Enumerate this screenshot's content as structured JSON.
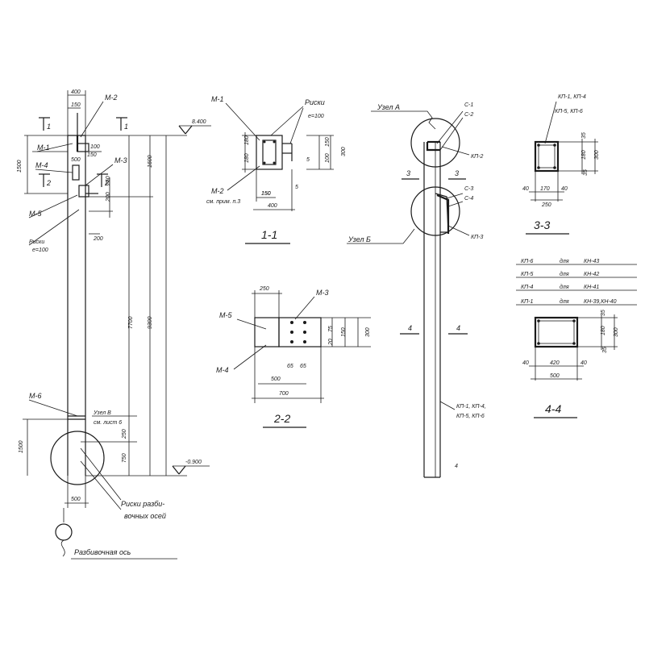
{
  "elevation": {
    "top_width": "400",
    "d150": "150",
    "d250": "250",
    "d100": "100",
    "d150b": "150",
    "d1500_top": "1500",
    "d500": "500",
    "d200_left": "200",
    "d250_right": "250",
    "d200": "200",
    "d200_mid": "200",
    "d7700": "7700",
    "d9300": "9300",
    "d1600": "1600",
    "d1500_bottom": "1500",
    "d250_bottom": "250",
    "d750": "750",
    "bottom_width": "500",
    "level_top": "8.400",
    "level_bottom": "-0.900",
    "m1": "М-1",
    "m2": "М-2",
    "m3": "М-3",
    "m4": "М-4",
    "m5": "М-5",
    "m6": "М-6",
    "cut1": "1",
    "cut2": "2",
    "risk_line1": "Риски",
    "risk_line2": "е=100",
    "node_v_line1": "Узел В",
    "node_v_line2": "см. лист 6",
    "axis_risk_line1": "Риски разби-",
    "axis_risk_line2": "вочных осей",
    "axis_label": "Разбивочная ось"
  },
  "section11": {
    "title": "1-1",
    "m1": "М-1",
    "m2_line1": "М-2",
    "m2_line2": "см. прим. п.3",
    "risk_line1": "Риски",
    "risk_line2": "е=100",
    "d180a": "180",
    "d180b": "180",
    "d150": "150",
    "d5a": "5",
    "d5b": "5",
    "d100": "100",
    "d150r": "150",
    "d300": "300",
    "d150b": "150",
    "d400": "400"
  },
  "section22": {
    "title": "2-2",
    "m3": "М-3",
    "m4": "М-4",
    "m5": "М-5",
    "d250": "250",
    "d65a": "65",
    "d65b": "65",
    "d500": "500",
    "d700": "700",
    "d150": "150",
    "d300": "300",
    "d75": "75",
    "d20": "20"
  },
  "side_view": {
    "node_a": "Узел А",
    "node_b": "Узел Б",
    "c1": "С-1",
    "c2": "С-2",
    "c3": "С-3",
    "c4": "С-4",
    "kp2": "КП-2",
    "kp3": "КП-3",
    "cut3a": "3",
    "cut3b": "3",
    "cut4a": "4",
    "cut4b": "4",
    "kp_line1": "КП-1, КП-4,",
    "kp_line2": "КП-5, КП-6",
    "d4": "4"
  },
  "section33": {
    "title": "3-3",
    "label_line1": "КП-1, КП-4",
    "label_line2": "КП-5, КП-6",
    "d35a": "35",
    "d180": "180",
    "d35b": "35",
    "d300": "300",
    "d40a": "40",
    "d170": "170",
    "d40b": "40",
    "d250": "250"
  },
  "table": {
    "rows": [
      {
        "a": "КП-6",
        "b": "для",
        "c": "КН-43"
      },
      {
        "a": "КП-5",
        "b": "для",
        "c": "КН-42"
      },
      {
        "a": "КП-4",
        "b": "для",
        "c": "КН-41"
      },
      {
        "a": "КП-1",
        "b": "для",
        "c": "КН-39,КН-40"
      }
    ]
  },
  "section44": {
    "title": "4-4",
    "d35a": "35",
    "d180": "180",
    "d35b": "35",
    "d300": "300",
    "d40a": "40",
    "d420": "420",
    "d40b": "40",
    "d500": "500"
  }
}
